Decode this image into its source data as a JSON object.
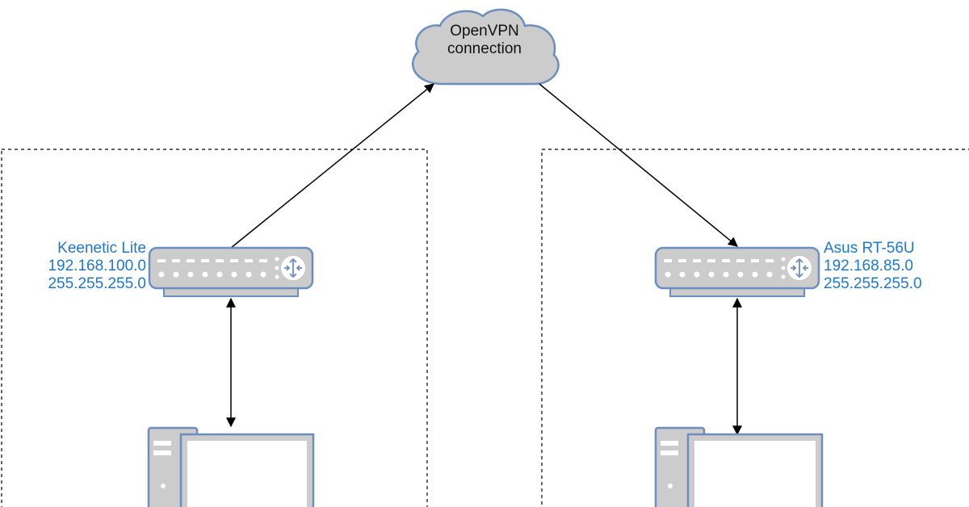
{
  "cloud": {
    "line1": "OpenVPN",
    "line2": "connection"
  },
  "left_router": {
    "name": "Keenetic Lite",
    "ip": "192.168.100.0",
    "mask": "255.255.255.0"
  },
  "right_router": {
    "name": "Asus RT-56U",
    "ip": "192.168.85.0",
    "mask": "255.255.255.0"
  },
  "colors": {
    "label_blue": "#1f77d0",
    "device_fill": "#cccccc",
    "device_stroke": "#6c8ebf",
    "cloud_fill": "#cccccc",
    "cloud_stroke": "#6c8ebf"
  },
  "icons": [
    "cloud-icon",
    "router-icon",
    "workstation-icon"
  ]
}
